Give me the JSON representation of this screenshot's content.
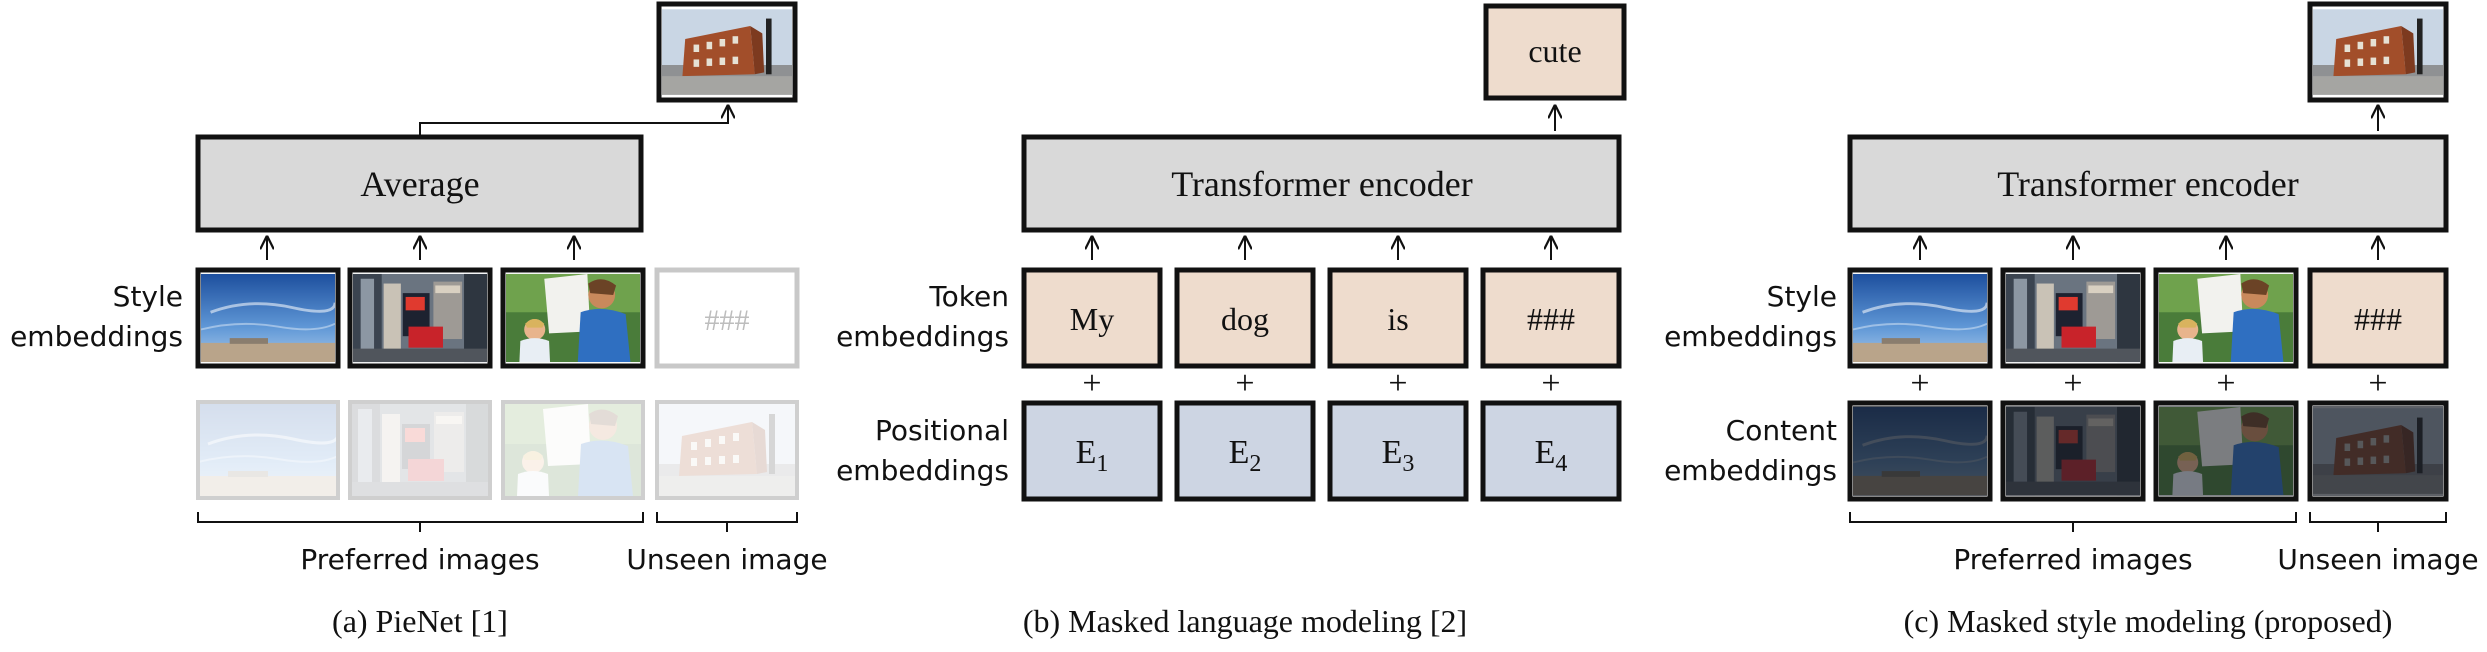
{
  "panel_a": {
    "top_box": "Average",
    "row1_label": [
      "Style",
      "embeddings"
    ],
    "mask_token": "###",
    "group_label_left": "Preferred images",
    "group_label_right": "Unseen image",
    "caption": "(a) PieNet [1]"
  },
  "panel_b": {
    "output_token": "cute",
    "top_box": "Transformer encoder",
    "row1_label": [
      "Token",
      "embeddings"
    ],
    "row2_label": [
      "Positional",
      "embeddings"
    ],
    "tokens": [
      "My",
      "dog",
      "is",
      "###"
    ],
    "positions": [
      {
        "base": "E",
        "sub": "1"
      },
      {
        "base": "E",
        "sub": "2"
      },
      {
        "base": "E",
        "sub": "3"
      },
      {
        "base": "E",
        "sub": "4"
      }
    ],
    "plus": "+",
    "caption": "(b) Masked language modeling [2]"
  },
  "panel_c": {
    "top_box": "Transformer encoder",
    "row1_label": [
      "Style",
      "embeddings"
    ],
    "row2_label": [
      "Content",
      "embeddings"
    ],
    "mask_token": "###",
    "plus": "+",
    "group_label_left": "Preferred images",
    "group_label_right": "Unseen image",
    "caption": "(c) Masked style modeling (proposed)"
  },
  "images": [
    "sky-landscape",
    "city-street",
    "child-with-paper",
    "brick-building"
  ],
  "colors": {
    "gray_box": "#d9d9d9",
    "token_fill": "#eedccd",
    "position_fill": "#cdd5e3",
    "faded_stroke": "#c8c8c8",
    "faded_text": "#bdbdbd",
    "stroke": "#111111"
  }
}
